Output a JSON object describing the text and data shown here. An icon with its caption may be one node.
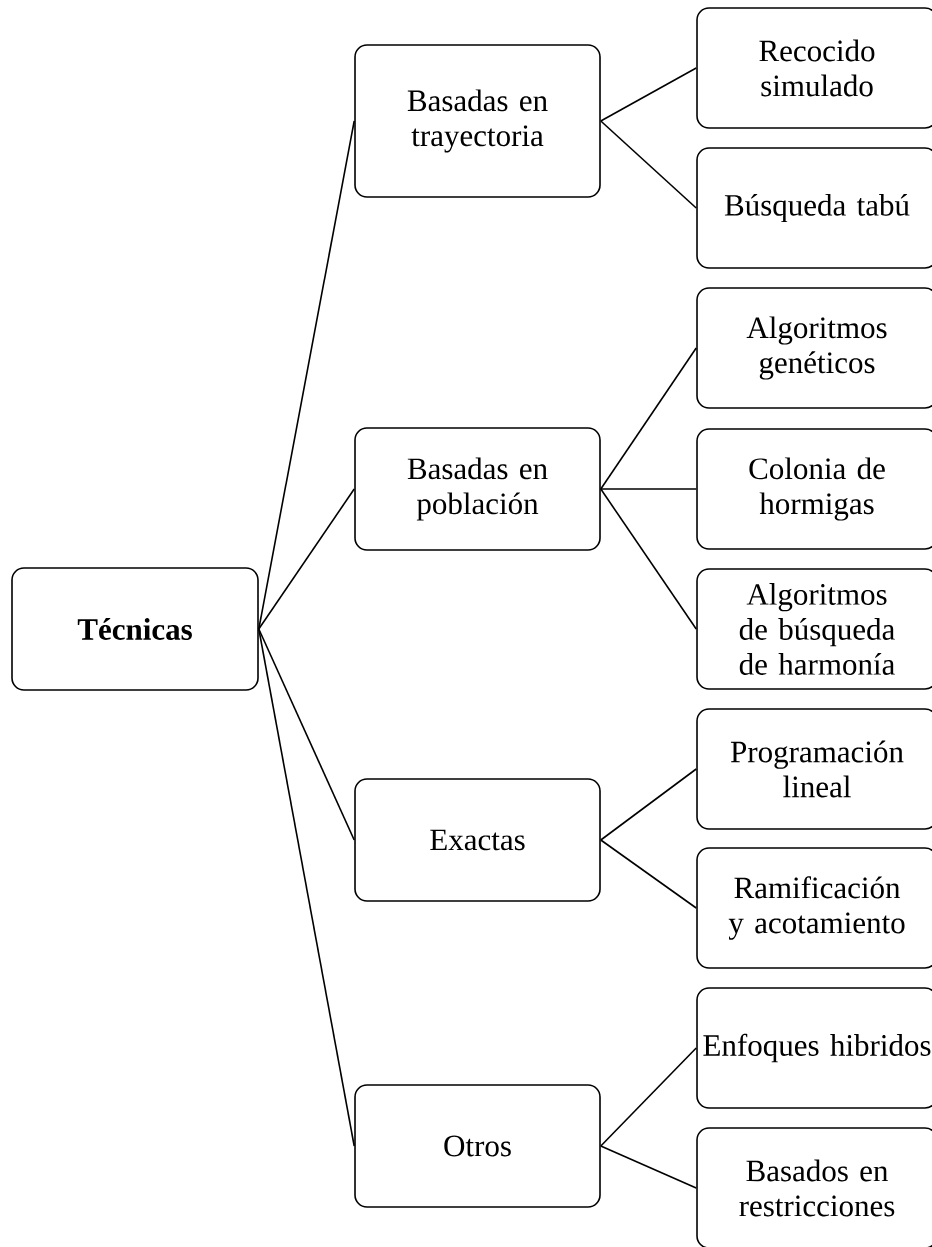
{
  "diagram": {
    "nodes": [
      {
        "text": [
          "Técnicas"
        ]
      },
      {
        "text": [
          "Basadas en trayectoria"
        ]
      },
      {
        "text": [
          "Recocido simulado"
        ]
      },
      {
        "text": [
          "Búsqueda tabú"
        ]
      },
      {
        "text": [
          "Basadas en población"
        ]
      },
      {
        "text": [
          "Algoritmos genéticos"
        ]
      },
      {
        "text": [
          "Colonia de hormigas"
        ]
      },
      {
        "text": [
          "Algoritmos de búsqueda de harmonía"
        ]
      },
      {
        "text": [
          "Exactas"
        ]
      },
      {
        "text": [
          "Programación lineal"
        ]
      },
      {
        "text": [
          "Ramificación y acotamiento"
        ]
      },
      {
        "text": [
          "Otros"
        ]
      },
      {
        "text": [
          "Enfoques hibridos"
        ]
      },
      {
        "text": [
          "Basados en restricciones"
        ]
      }
    ],
    "edges": [
      {
        "from": 0,
        "to": 1,
        "arrow": "none"
      },
      {
        "from": 0,
        "to": 4,
        "arrow": "none"
      },
      {
        "from": 0,
        "to": 8,
        "arrow": "none"
      },
      {
        "from": 0,
        "to": 11,
        "arrow": "none"
      },
      {
        "from": 1,
        "to": 2,
        "arrow": "none"
      },
      {
        "from": 1,
        "to": 3,
        "arrow": "none"
      },
      {
        "from": 4,
        "to": 5,
        "arrow": "none"
      },
      {
        "from": 4,
        "to": 6,
        "arrow": "none"
      },
      {
        "from": 4,
        "to": 7,
        "arrow": "none"
      },
      {
        "from": 8,
        "to": 9,
        "arrow": "none"
      },
      {
        "from": 8,
        "to": 10,
        "arrow": "none"
      },
      {
        "from": 11,
        "to": 12,
        "arrow": "none"
      },
      {
        "from": 11,
        "to": 13,
        "arrow": "none"
      }
    ]
  }
}
